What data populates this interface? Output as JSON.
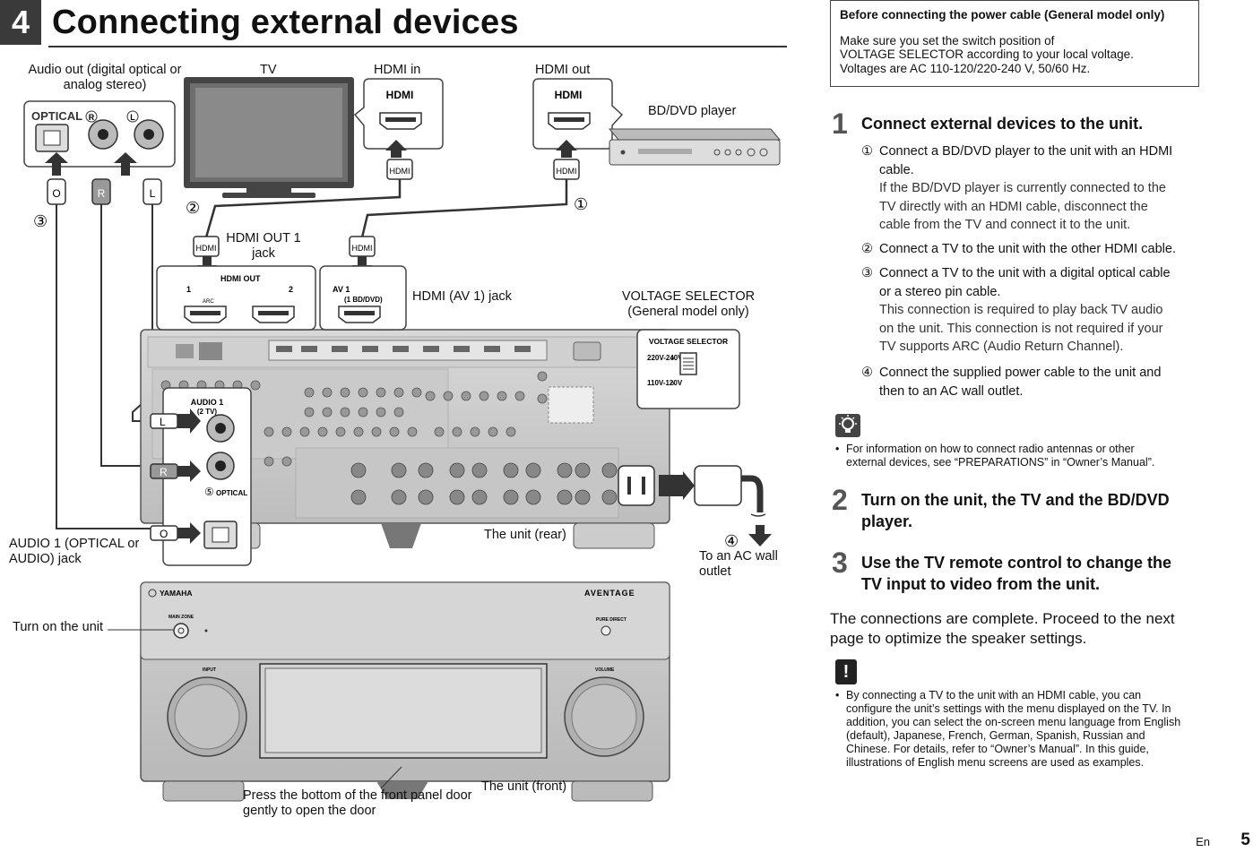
{
  "section": {
    "number": "4",
    "title": "Connecting external devices"
  },
  "diagram": {
    "audio_out_label": "Audio out (digital optical or analog stereo)",
    "tv_label": "TV",
    "hdmi_in_label": "HDMI in",
    "hdmi_out_label": "HDMI out",
    "bd_label": "BD/DVD player",
    "hdmi_out1_jack_label": "HDMI OUT 1 jack",
    "hdmi_av1_jack_label": "HDMI (AV 1) jack",
    "voltage_selector_label": "VOLTAGE SELECTOR (General model only)",
    "audio1_jack_label": "AUDIO 1 (OPTICAL or AUDIO) jack",
    "unit_rear_label": "The unit (rear)",
    "ac_outlet_label": "To an AC wall outlet",
    "turn_on_label": "Turn on the unit",
    "press_label": "Press the bottom of the front panel door gently to open the door",
    "unit_front_label": "The unit (front)",
    "optical_port": "OPTICAL",
    "r_mark": "R",
    "l_mark": "L",
    "o_mark": "O",
    "hdmi_plug": "HDMI",
    "hdmi_port": "HDMI",
    "hdmi_out_panel": "HDMI OUT",
    "arc": "ARC",
    "av1_panel": "AV 1",
    "av1_sub": "(1 BD/DVD)",
    "audio1_panel": "AUDIO 1",
    "audio1_sub": "(2 TV)",
    "optical_panel": "OPTICAL",
    "vs_panel_title": "VOLTAGE SELECTOR",
    "vs_220": "220V-240V",
    "vs_110": "110V-120V",
    "yamaha": "YAMAHA",
    "aventage": "AVENTAGE",
    "main_zone": "MAIN ZONE",
    "pure_direct": "PURE DIRECT",
    "input_knob": "INPUT",
    "volume_knob": "VOLUME",
    "one": "1",
    "two": "2",
    "callout_1": "①",
    "callout_2": "②",
    "callout_3": "③",
    "callout_4": "④",
    "callout_5": "⑤"
  },
  "note_box": {
    "title": "Before connecting the power cable (General model only)",
    "line1": "Make sure you set the switch position of",
    "line2": "VOLTAGE SELECTOR according to your local voltage.",
    "line3": "Voltages are AC 110-120/220-240 V, 50/60 Hz."
  },
  "steps": {
    "s1_num": "1",
    "s1_title": "Connect external devices to the unit.",
    "s1_a_num": "①",
    "s1_a_1": "Connect a BD/DVD player to the unit with an HDMI",
    "s1_a_2": "cable.",
    "s1_a_x1": "If the BD/DVD player is currently connected to the",
    "s1_a_x2": "TV directly with an HDMI cable, disconnect the",
    "s1_a_x3": "cable from the TV and connect it to the unit.",
    "s1_b_num": "②",
    "s1_b_1": "Connect a TV to the unit with the other HDMI cable.",
    "s1_c_num": "③",
    "s1_c_1": "Connect a TV to the unit with a digital optical cable",
    "s1_c_2": "or a stereo pin cable.",
    "s1_c_x1": "This connection is required to play back TV audio",
    "s1_c_x2": "on the unit. This connection is not required if your",
    "s1_c_x3": "TV supports ARC (Audio Return Channel).",
    "s1_d_num": "④",
    "s1_d_1": "Connect the supplied power cable to the unit and",
    "s1_d_2": "then to an AC wall outlet.",
    "tip_bullet": "•",
    "tip_1": "For information on how to connect radio antennas or other",
    "tip_2": "external devices, see “PREPARATIONS” in “Owner’s Manual”.",
    "s2_num": "2",
    "s2_title_1": "Turn on the unit, the TV and the BD/DVD",
    "s2_title_2": "player.",
    "s3_num": "3",
    "s3_title_1": "Use the TV remote control to change the",
    "s3_title_2": "TV input to video from the unit.",
    "complete_1": "The connections are complete. Proceed to the next",
    "complete_2": "page to optimize the speaker settings.",
    "caution_mark": "!",
    "caution_bullet": "•",
    "caution_1": "By connecting a TV to the unit with an HDMI cable, you can",
    "caution_2": "configure the unit’s settings with the menu displayed on the TV. In",
    "caution_3": "addition, you can select the on-screen menu language from English",
    "caution_4": "(default), Japanese, French, German, Spanish, Russian and",
    "caution_5": "Chinese. For details, refer to “Owner’s Manual”. In this guide,",
    "caution_6": "illustrations of English menu screens are used as examples."
  },
  "page": {
    "lang": "En",
    "number": "5"
  }
}
